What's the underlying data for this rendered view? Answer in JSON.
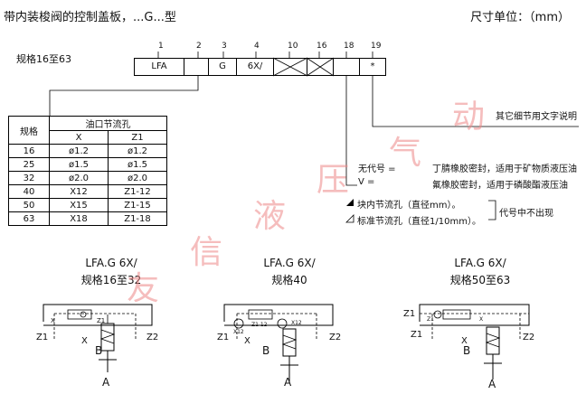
{
  "header": {
    "title": "带内装梭阀的控制盖板，...G...型",
    "unit": "尺寸单位：（mm）"
  },
  "spec_range": "规格16至63",
  "code_positions": [
    "1",
    "2",
    "3",
    "4",
    "10",
    "16",
    "18",
    "19"
  ],
  "code_fields": {
    "f1": "LFA",
    "f3": "G",
    "f4": "6X/",
    "f19": "*"
  },
  "table": {
    "header_size": "规格",
    "header_group": "油口节流孔",
    "col_x": "X",
    "col_z1": "Z1",
    "rows": [
      {
        "size": "16",
        "x": "ø1.2",
        "z1": "ø1.2"
      },
      {
        "size": "25",
        "x": "ø1.5",
        "z1": "ø1.5"
      },
      {
        "size": "32",
        "x": "ø2.0",
        "z1": "ø2.0"
      },
      {
        "size": "40",
        "x": "X12",
        "z1": "Z1-12"
      },
      {
        "size": "50",
        "x": "X15",
        "z1": "Z1-15"
      },
      {
        "size": "63",
        "x": "X18",
        "z1": "Z1-18"
      }
    ]
  },
  "notes": {
    "other": "其它细节用文字说明",
    "no_code": "无代号 =",
    "no_code_desc": "丁腈橡胶密封，适用于矿物质液压油",
    "v_code": "V =",
    "v_desc": "氟橡胶密封，适用于磷酸酯液压油",
    "built_in": "块内节流孔（直径mm）。",
    "standard": "标准节流孔（直径1/10mm）。",
    "not_in_code": "代号中不出现"
  },
  "diagrams": [
    {
      "title": "LFA.G 6X/",
      "sub": "规格16至32",
      "ports": [
        "Z1",
        "X",
        "B",
        "Z2",
        "A"
      ],
      "orifice_labels": [
        "X",
        "Z1"
      ]
    },
    {
      "title": "LFA.G 6X/",
      "sub": "规格40",
      "ports": [
        "Z1",
        "X",
        "B",
        "Z2",
        "A"
      ],
      "orifice_labels": [
        "X12",
        "Z1 12",
        "X12"
      ]
    },
    {
      "title": "LFA.G 6X/",
      "sub": "规格50至63",
      "ports": [
        "Z1",
        "X",
        "B",
        "Z2",
        "A"
      ],
      "orifice_labels": [
        "Z1",
        "X"
      ]
    }
  ],
  "watermark": [
    "友",
    "信",
    "液",
    "压",
    "气",
    "动"
  ],
  "colors": {
    "watermark": "#e88888"
  }
}
